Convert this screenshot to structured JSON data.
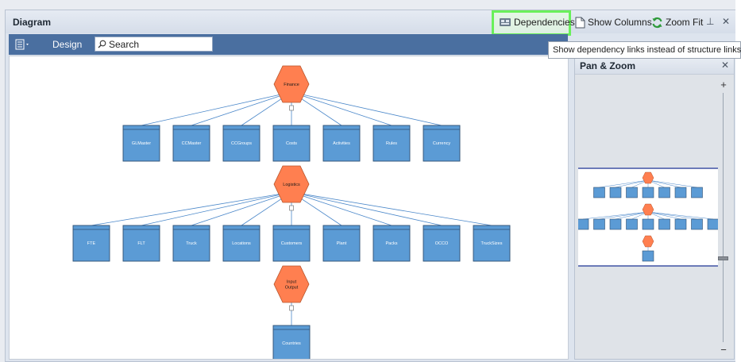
{
  "panel": {
    "title": "Diagram",
    "toolbar_buttons": {
      "dependencies": "Dependencies",
      "show_columns": "Show Columns",
      "zoom_fit": "Zoom Fit"
    },
    "pin_glyph": "⊥",
    "close_glyph": "✕"
  },
  "toolbar": {
    "design": "Design",
    "search_placeholder": "Search"
  },
  "tooltip": "Show dependency links instead of structure links",
  "pan_zoom": {
    "title": "Pan & Zoom",
    "close_glyph": "✕",
    "plus": "+",
    "minus": "−"
  },
  "diagram": {
    "colors": {
      "hub": "#ff7f50",
      "table": "#5b9bd5",
      "link": "#4a87c9"
    },
    "groups": [
      {
        "hub": "Finance",
        "tables": [
          "GLMaster",
          "CCMaster",
          "CCGroups",
          "Costs",
          "Activities",
          "Rules",
          "Currency"
        ]
      },
      {
        "hub": "Logistics",
        "tables": [
          "FTE",
          "FLT",
          "Truck",
          "Locations",
          "Customers",
          "Plant",
          "Packs",
          "OCCO",
          "TruckSizes"
        ]
      },
      {
        "hub": "Input\nOutput",
        "tables": [
          "Countries"
        ]
      }
    ]
  }
}
